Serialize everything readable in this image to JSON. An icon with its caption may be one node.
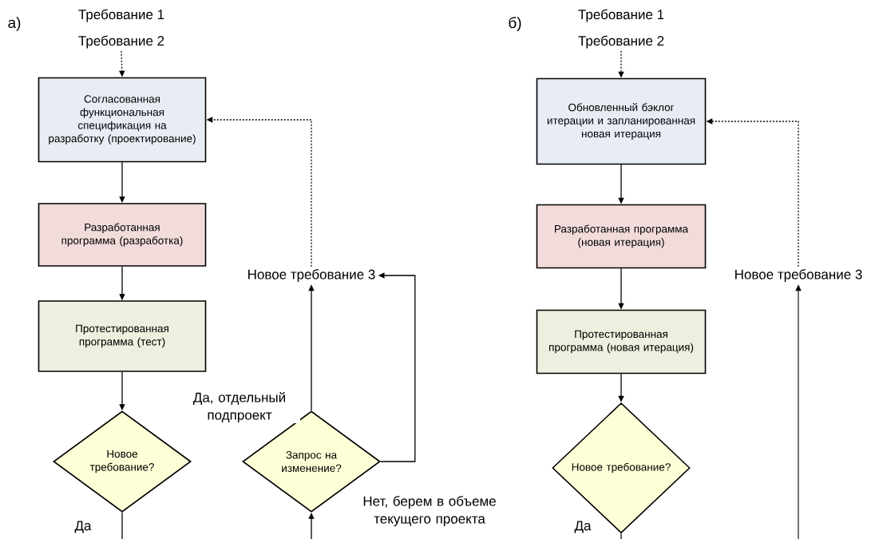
{
  "diagram": {
    "nodes": [
      {
        "text": [
          "Требование 1",
          "Требование 2"
        ]
      },
      {
        "text": [
          "Согласованная функциональная спецификация на разработку (проектирование)"
        ]
      },
      {
        "text": [
          "Разработанная программа (разработка)"
        ]
      },
      {
        "text": [
          "Протестированная программа (тест)"
        ]
      },
      {
        "text": [
          "Новое требование?"
        ]
      },
      {
        "text": [
          "Новое требование 3"
        ]
      },
      {
        "text": [
          "Запрос на изменение?"
        ]
      },
      {
        "text": [
          "Требование 1",
          "Требование 2"
        ]
      },
      {
        "text": [
          "Обновленный бэклог итерации и запланированная новая итерация"
        ]
      },
      {
        "text": [
          "Разработанная программа (новая итерация)"
        ]
      },
      {
        "text": [
          "Протестированная программа (новая итерация)"
        ]
      },
      {
        "text": [
          "Новое требование?"
        ]
      },
      {
        "text": [
          "Новое требование 3"
        ]
      }
    ],
    "edges": [
      {
        "from": 0,
        "to": 1,
        "arrow": "to",
        "style": "dashed"
      },
      {
        "from": 1,
        "to": 2,
        "arrow": "to"
      },
      {
        "from": 2,
        "to": 3,
        "arrow": "to"
      },
      {
        "from": 3,
        "to": 4,
        "arrow": "to"
      },
      {
        "from": 6,
        "to": 5,
        "arrow": "to",
        "label": "Да, отдельный подпроект"
      },
      {
        "from": 6,
        "to": 5,
        "arrow": "to",
        "label": "Нет, берем в объеме текущего проекта"
      },
      {
        "from": 5,
        "to": 1,
        "arrow": "to",
        "style": "dashed"
      },
      {
        "from": 4,
        "to": null,
        "arrow": "none",
        "label": "Да"
      },
      {
        "from": null,
        "to": 6,
        "arrow": "to"
      },
      {
        "from": 7,
        "to": 8,
        "arrow": "to",
        "style": "dashed"
      },
      {
        "from": 8,
        "to": 9,
        "arrow": "to"
      },
      {
        "from": 9,
        "to": 10,
        "arrow": "to"
      },
      {
        "from": 10,
        "to": 11,
        "arrow": "to"
      },
      {
        "from": 12,
        "to": 8,
        "arrow": "to",
        "style": "dashed"
      },
      {
        "from": 11,
        "to": null,
        "arrow": "none",
        "label": "Да"
      },
      {
        "from": null,
        "to": 12,
        "arrow": "to"
      }
    ],
    "labels": [
      "а)",
      "б)"
    ]
  }
}
